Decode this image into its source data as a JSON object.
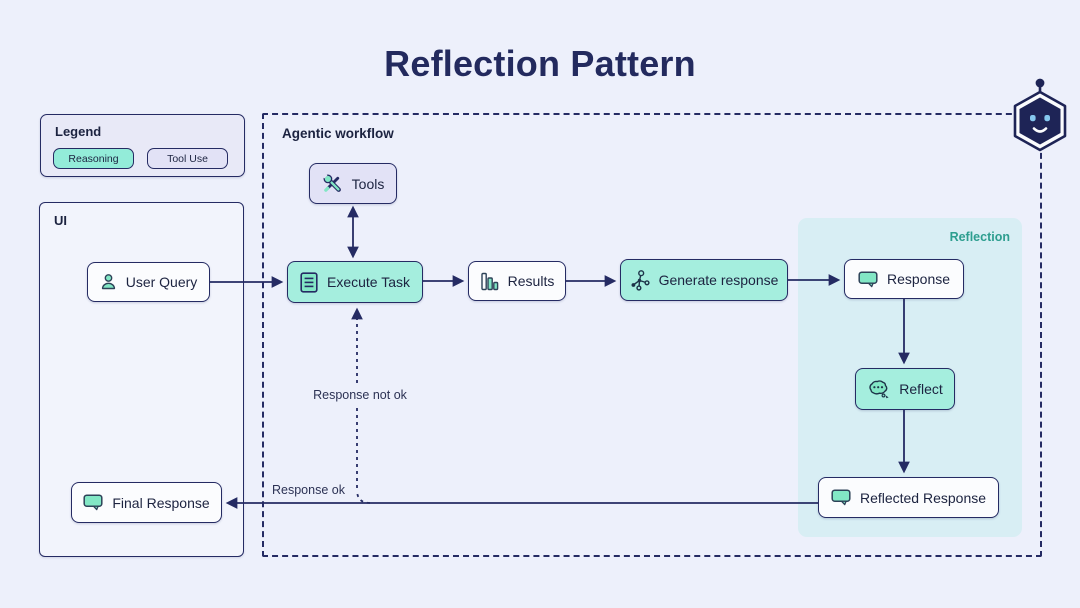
{
  "title": "Reflection Pattern",
  "colors": {
    "background": "#edf0fb",
    "navy": "#252b63",
    "teal_fill": "#a5eede",
    "teal_icon": "#82e7c5",
    "lavender_fill": "#e2e2f6",
    "white_fill": "#fbfcfe",
    "reflection_bg": "#d8eef4",
    "reflection_label": "#2d9e8f"
  },
  "legend": {
    "title": "Legend",
    "items": [
      {
        "label": "Reasoning",
        "color": "#93ecd9"
      },
      {
        "label": "Tool Use",
        "color": "#e2e2f6"
      }
    ]
  },
  "ui_panel": {
    "title": "UI",
    "user_query": "User Query",
    "final_response": "Final Response"
  },
  "workflow": {
    "title": "Agentic workflow",
    "tools": "Tools",
    "execute_task": "Execute Task",
    "results": "Results",
    "generate_response": "Generate response"
  },
  "reflection": {
    "title": "Reflection",
    "response": "Response",
    "reflect": "Reflect",
    "reflected_response": "Reflected Response"
  },
  "edge_labels": {
    "response_ok": "Response ok",
    "response_not_ok": "Response not ok"
  }
}
